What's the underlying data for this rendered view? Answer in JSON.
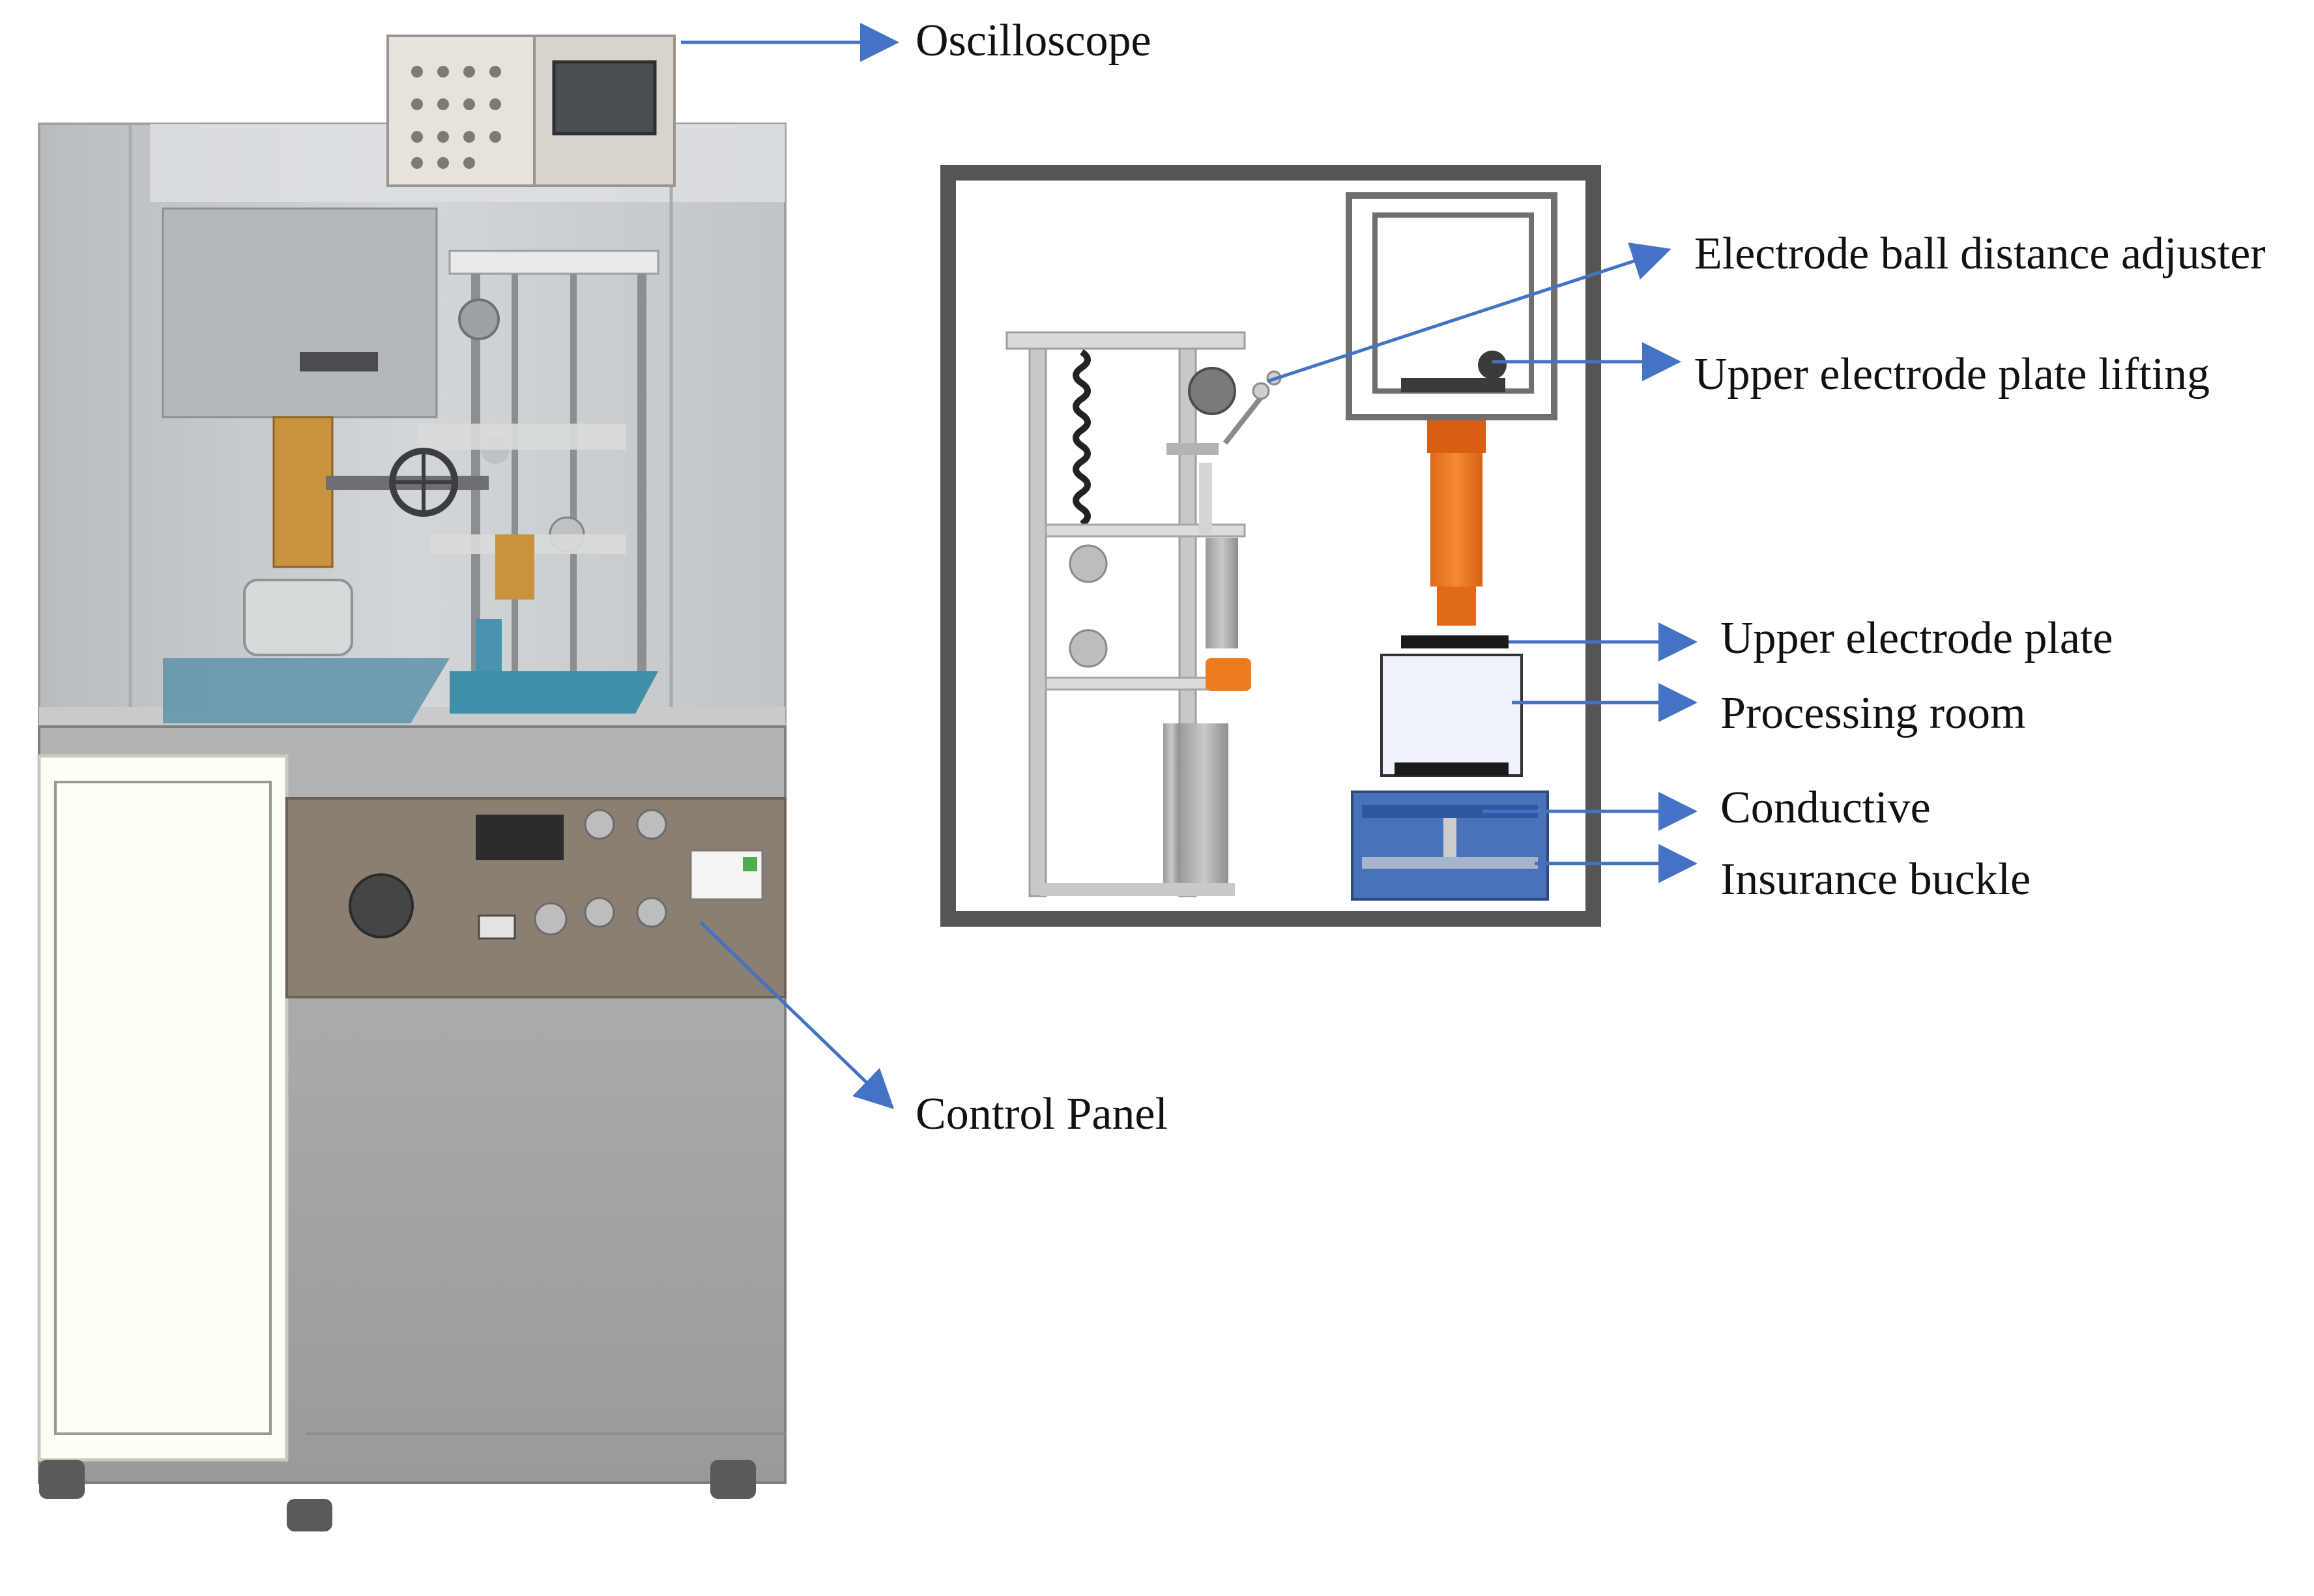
{
  "figure": {
    "labels": {
      "oscilloscope": "Oscilloscope",
      "control_panel": "Control Panel",
      "electrode_ball_distance_adjuster": "Electrode ball distance adjuster",
      "upper_electrode_plate_lifting": "Upper electrode plate lifting",
      "upper_electrode_plate": "Upper electrode plate",
      "processing_room": "Processing room",
      "conductive": "Conductive",
      "insurance_buckle": "Insurance buckle"
    },
    "colors": {
      "arrow": "#4472C4",
      "cabinet_base": "#A6A6A6",
      "cabinet_trim": "#FFFFF5",
      "control_panel": "#8A7F72",
      "glass_enclosure": "#C5C8CB",
      "copper_column": "#C8923F",
      "orange_column": "#F07A1E",
      "blue_base": "#4A72B8",
      "teal_plate": "#3E8FA8"
    }
  }
}
